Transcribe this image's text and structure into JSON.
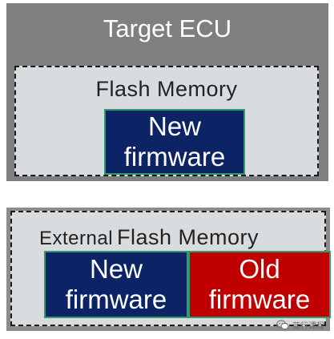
{
  "target_ecu": {
    "title": "Target ECU",
    "flash_memory": {
      "label": "Flash Memory",
      "firmware": {
        "line1": "New",
        "line2": "firmware",
        "color": "#0c2466"
      }
    }
  },
  "external_flash": {
    "label_part1": "External",
    "label_part2": "Flash Memory",
    "new_firmware": {
      "line1": "New",
      "line2": "firmware",
      "color": "#0c2466"
    },
    "old_firmware": {
      "line1": "Old",
      "line2": "firmware",
      "color": "#c00000"
    }
  },
  "watermark": {
    "text": "蓝行课程",
    "icon": "wechat-icon"
  },
  "colors": {
    "ecu_panel": "#7f7f7f",
    "memory_fill": "#d9dcdf",
    "firmware_border": "#2f9a6b"
  }
}
